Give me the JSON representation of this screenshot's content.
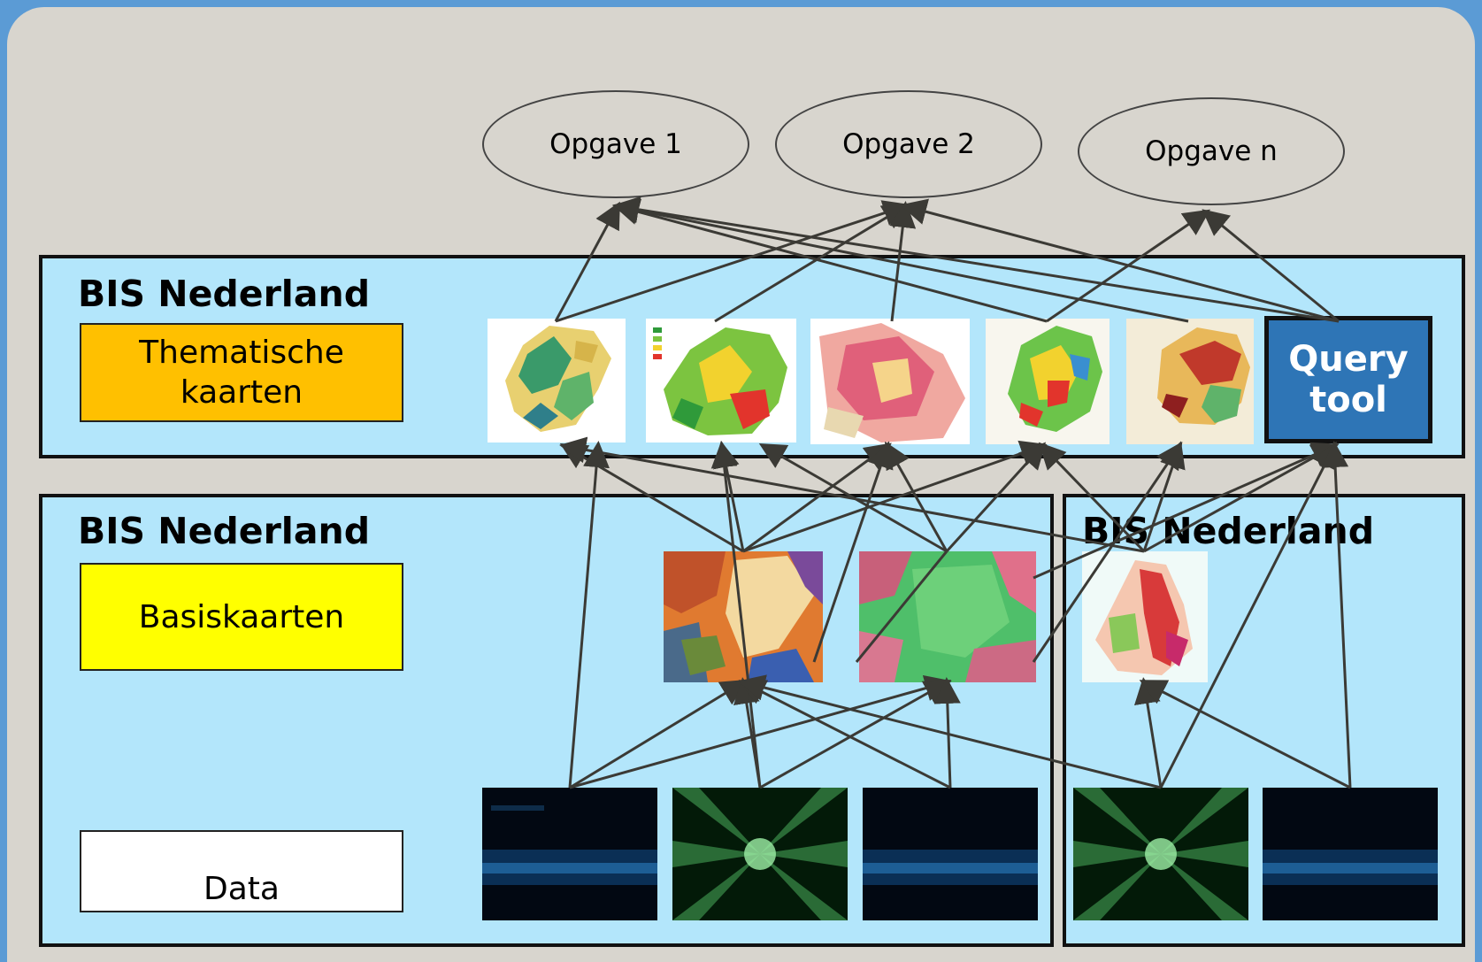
{
  "goals": [
    {
      "label": "Opgave 1"
    },
    {
      "label": "Opgave 2"
    },
    {
      "label": "Opgave n"
    }
  ],
  "top_panel": {
    "title": "BIS Nederland",
    "layer_label_line1": "Thematische",
    "layer_label_line2": "kaarten",
    "layer_color": "#ffc000"
  },
  "bottom_left_panel": {
    "title": "BIS Nederland",
    "base_label": "Basiskaarten",
    "base_color": "#ffff00",
    "data_label": "Data",
    "data_color": "#ffffff"
  },
  "bottom_right_panel": {
    "title": "BIS Nederland"
  },
  "query_tool": {
    "line1": "Query",
    "line2": "tool",
    "color": "#2e75b6"
  },
  "colors": {
    "frame": "#5b9bd5",
    "slide": "#d8d5ce",
    "panel": "#b3e6fb",
    "arrow": "#3b3a35"
  }
}
